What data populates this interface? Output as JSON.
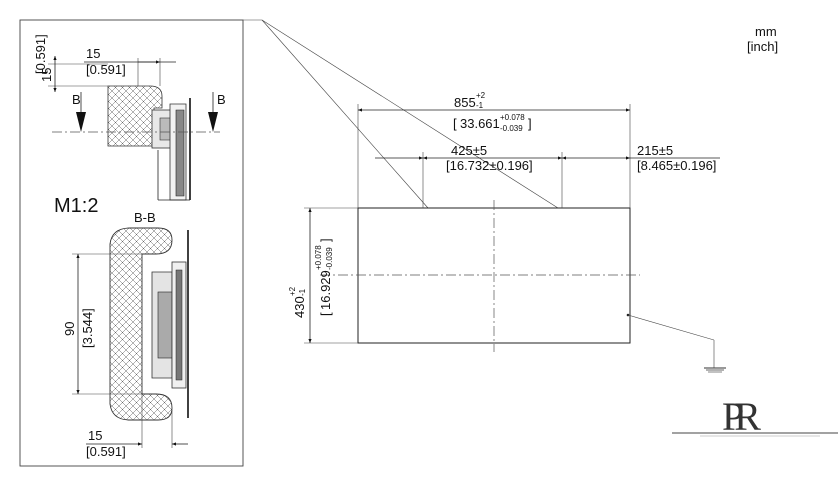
{
  "units": {
    "mm": "mm",
    "inch": "[inch]"
  },
  "detail": {
    "scale_label": "M1:2",
    "section_label": "B-B",
    "section_marker": "B",
    "top_vertical_mm": "15",
    "top_vertical_in": "[0.591]",
    "top_horizontal_mm": "15",
    "top_horizontal_in": "[0.591]",
    "height_mm": "90",
    "height_in": "[3.544]",
    "bottom_horizontal_mm": "15",
    "bottom_horizontal_in": "[0.591]"
  },
  "main": {
    "width_mm_base": "855",
    "width_mm_tol_upper": "+2",
    "width_mm_tol_lower": "-1",
    "width_in_base": "33.661",
    "width_in_tol_upper": "+0.078",
    "width_in_tol_lower": "-0.039",
    "offset1_mm": "425±5",
    "offset1_in": "[16.732±0.196]",
    "offset2_mm": "215±5",
    "offset2_in": "[8.465±0.196]",
    "height_mm_base": "430",
    "height_mm_tol_upper": "+2",
    "height_mm_tol_lower": "-1",
    "height_in_base": "16.929",
    "height_in_tol_upper": "+0.078",
    "height_in_tol_lower": "-0.039"
  },
  "logo": {
    "text": "PR"
  },
  "colors": {
    "line": "#222222",
    "hatch": "#555555",
    "background": "#ffffff"
  }
}
